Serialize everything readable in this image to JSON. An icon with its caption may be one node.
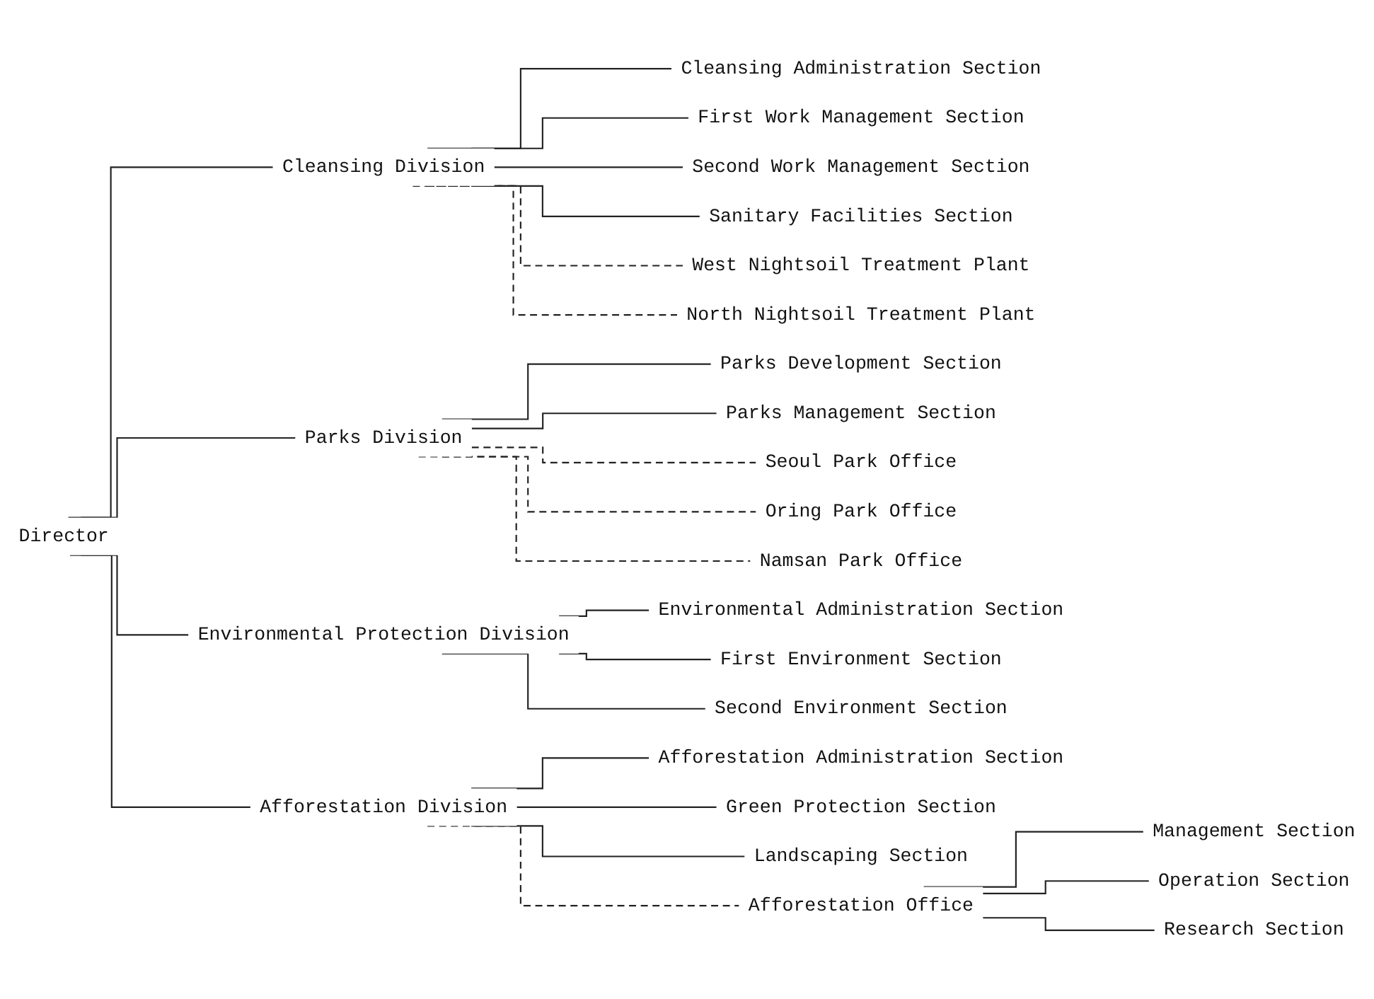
{
  "diagram": {
    "nodes": [
      {
        "text": [
          "Director"
        ]
      },
      {
        "text": [
          "Cleansing Division"
        ]
      },
      {
        "text": [
          "Cleansing Administration Section"
        ]
      },
      {
        "text": [
          "First Work Management Section"
        ]
      },
      {
        "text": [
          "Second Work Management Section"
        ]
      },
      {
        "text": [
          "Sanitary Facilities Section"
        ]
      },
      {
        "text": [
          "West Nightsoil Treatment Plant"
        ]
      },
      {
        "text": [
          "North Nightsoil Treatment Plant"
        ]
      },
      {
        "text": [
          "Parks Division"
        ]
      },
      {
        "text": [
          "Parks Development Section"
        ]
      },
      {
        "text": [
          "Parks Management Section"
        ]
      },
      {
        "text": [
          "Seoul Park Office"
        ]
      },
      {
        "text": [
          "Oring Park Office"
        ]
      },
      {
        "text": [
          "Namsan Park Office"
        ]
      },
      {
        "text": [
          "Environmental Protection Division"
        ]
      },
      {
        "text": [
          "Environmental Administration Section"
        ]
      },
      {
        "text": [
          "First Environment Section"
        ]
      },
      {
        "text": [
          "Second Environment Section"
        ]
      },
      {
        "text": [
          "Afforestation Division"
        ]
      },
      {
        "text": [
          "Afforestation Administration Section"
        ]
      },
      {
        "text": [
          "Green Protection Section"
        ]
      },
      {
        "text": [
          "Landscaping Section"
        ]
      },
      {
        "text": [
          "Afforestation Office"
        ]
      },
      {
        "text": [
          "Management Section"
        ]
      },
      {
        "text": [
          "Operation Section"
        ]
      },
      {
        "text": [
          "Research Section"
        ]
      }
    ],
    "edges": [
      {
        "from": 0,
        "to": 1,
        "arrow": "none"
      },
      {
        "from": 1,
        "to": 2,
        "arrow": "none"
      },
      {
        "from": 1,
        "to": 3,
        "arrow": "none"
      },
      {
        "from": 1,
        "to": 4,
        "arrow": "none"
      },
      {
        "from": 1,
        "to": 5,
        "arrow": "none"
      },
      {
        "from": 1,
        "to": 6,
        "arrow": "none",
        "style": "dashed"
      },
      {
        "from": 1,
        "to": 7,
        "arrow": "none",
        "style": "dashed"
      },
      {
        "from": 0,
        "to": 8,
        "arrow": "none"
      },
      {
        "from": 8,
        "to": 9,
        "arrow": "none"
      },
      {
        "from": 8,
        "to": 10,
        "arrow": "none"
      },
      {
        "from": 8,
        "to": 11,
        "arrow": "none",
        "style": "dashed"
      },
      {
        "from": 8,
        "to": 12,
        "arrow": "none",
        "style": "dashed"
      },
      {
        "from": 8,
        "to": 13,
        "arrow": "none",
        "style": "dashed"
      },
      {
        "from": 0,
        "to": 14,
        "arrow": "none"
      },
      {
        "from": 14,
        "to": 15,
        "arrow": "none"
      },
      {
        "from": 14,
        "to": 16,
        "arrow": "none"
      },
      {
        "from": 14,
        "to": 17,
        "arrow": "none"
      },
      {
        "from": 0,
        "to": 18,
        "arrow": "none"
      },
      {
        "from": 18,
        "to": 19,
        "arrow": "none"
      },
      {
        "from": 18,
        "to": 20,
        "arrow": "none"
      },
      {
        "from": 18,
        "to": 21,
        "arrow": "none"
      },
      {
        "from": 18,
        "to": 22,
        "arrow": "none",
        "style": "dashed"
      },
      {
        "from": 22,
        "to": 23,
        "arrow": "none"
      },
      {
        "from": 22,
        "to": 24,
        "arrow": "none"
      },
      {
        "from": 22,
        "to": 25,
        "arrow": "none"
      }
    ]
  }
}
